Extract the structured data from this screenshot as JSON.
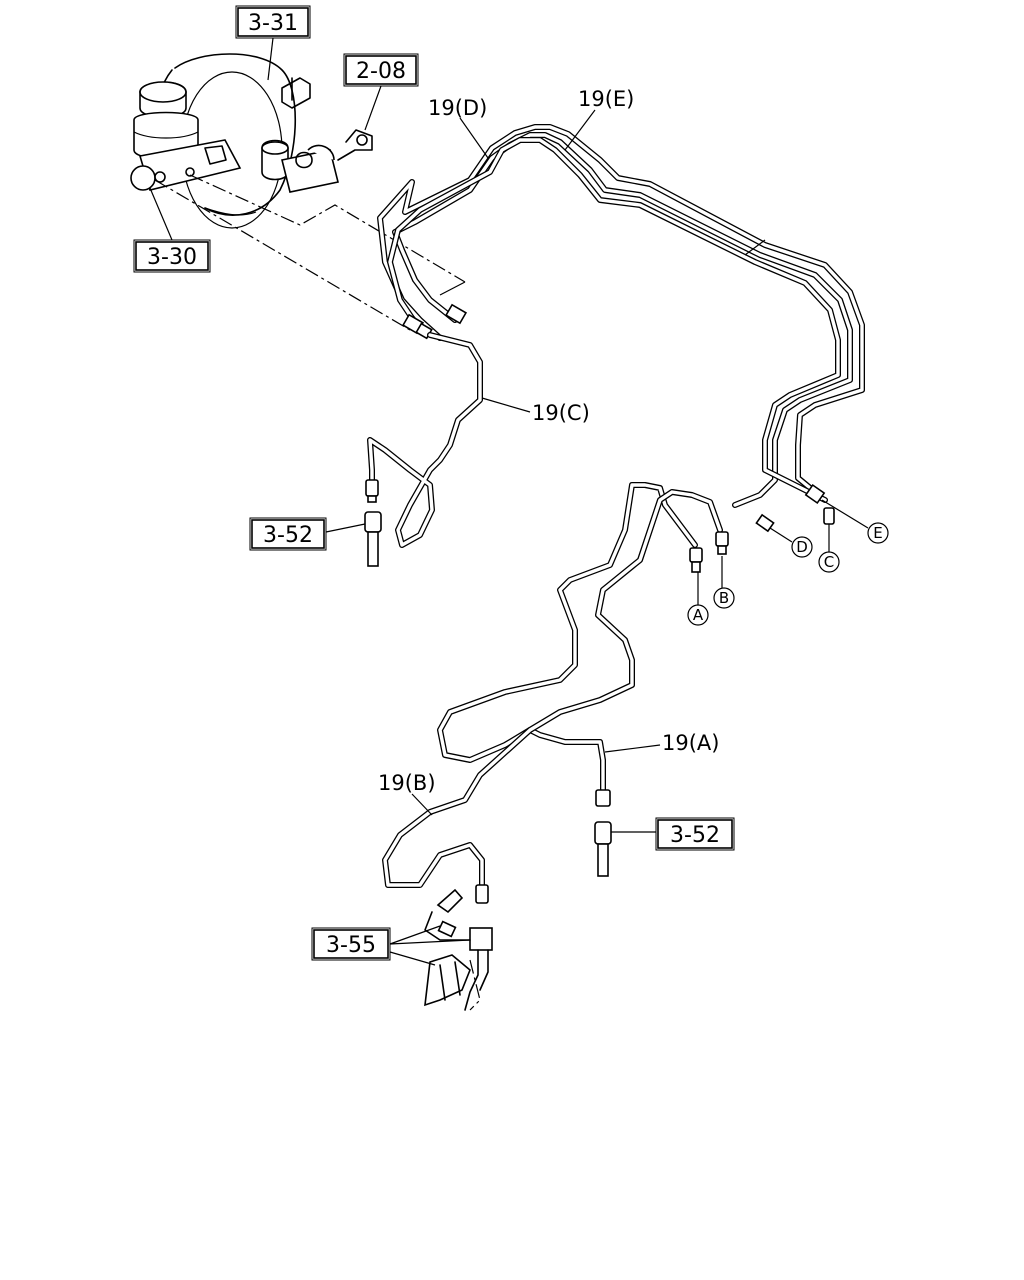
{
  "references": [
    {
      "id": "ref-3-31",
      "text": "3-31"
    },
    {
      "id": "ref-2-08",
      "text": "2-08"
    },
    {
      "id": "ref-3-30",
      "text": "3-30"
    },
    {
      "id": "ref-3-52-upper",
      "text": "3-52"
    },
    {
      "id": "ref-3-52-lower",
      "text": "3-52"
    },
    {
      "id": "ref-3-55",
      "text": "3-55"
    }
  ],
  "pipe_labels": {
    "pipe_d": "19(D)",
    "pipe_e": "19(E)",
    "pipe_c": "19(C)",
    "pipe_a": "19(A)",
    "pipe_b": "19(B)"
  },
  "connectors": {
    "a": "A",
    "b": "B",
    "c": "C",
    "d": "D",
    "e": "E"
  },
  "colors": {
    "line": "#000000",
    "background": "#ffffff"
  }
}
